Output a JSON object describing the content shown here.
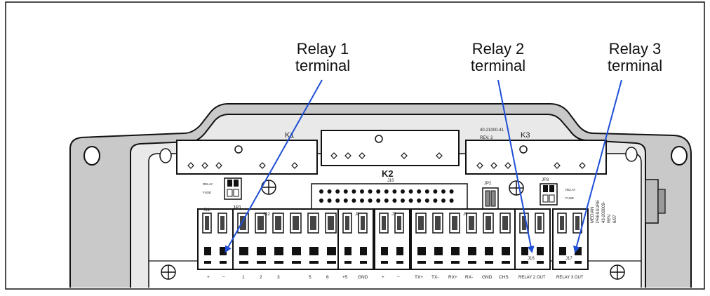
{
  "callouts": {
    "relay1": {
      "line1": "Relay 1",
      "line2": "terminal"
    },
    "relay2": {
      "line1": "Relay 2",
      "line2": "terminal"
    },
    "relay3": {
      "line1": "Relay 3",
      "line2": "terminal"
    }
  },
  "board": {
    "relay_k1": "K1",
    "relay_k2": "K2",
    "relay_k3": "K3",
    "part_number": "40-21000-41",
    "revision": "REV. 2",
    "j10": "J10",
    "jp1": "JP1",
    "jp2": "JP2",
    "jp3": "JP3",
    "j11": "J11",
    "j12": "J12",
    "j8": "J8",
    "j7": "J7",
    "j9": "J9",
    "j16": "J16",
    "j17": "J17",
    "jp1_relay": "RELAY",
    "jp1_fuse": "FUSE",
    "jp3_relay": "RELAY",
    "jp3_fuse": "FUSE",
    "vertical_label_1": "MEDIAN",
    "vertical_label_2": "PRESSURE",
    "vertical_label_3": "43-200009-",
    "vertical_label_4": "REV.",
    "vertical_label_5": "6/97",
    "j11_labels": [
      "+",
      "−"
    ],
    "j12_labels": [
      "1",
      "2",
      "3",
      "5",
      "6"
    ],
    "j8_labels": [
      "+5",
      "GND"
    ],
    "j7_labels": [
      "+",
      "−"
    ],
    "j9_labels": [
      "TX+",
      "TX-",
      "RX+",
      "RX-",
      "GND",
      "CHS"
    ],
    "relay2_out": "RELAY 2 OUT",
    "relay3_out": "RELAY 3 OUT"
  },
  "colors": {
    "arrow": "#1e4fd6",
    "outline": "#111111",
    "housing": "#c7c7c7"
  }
}
